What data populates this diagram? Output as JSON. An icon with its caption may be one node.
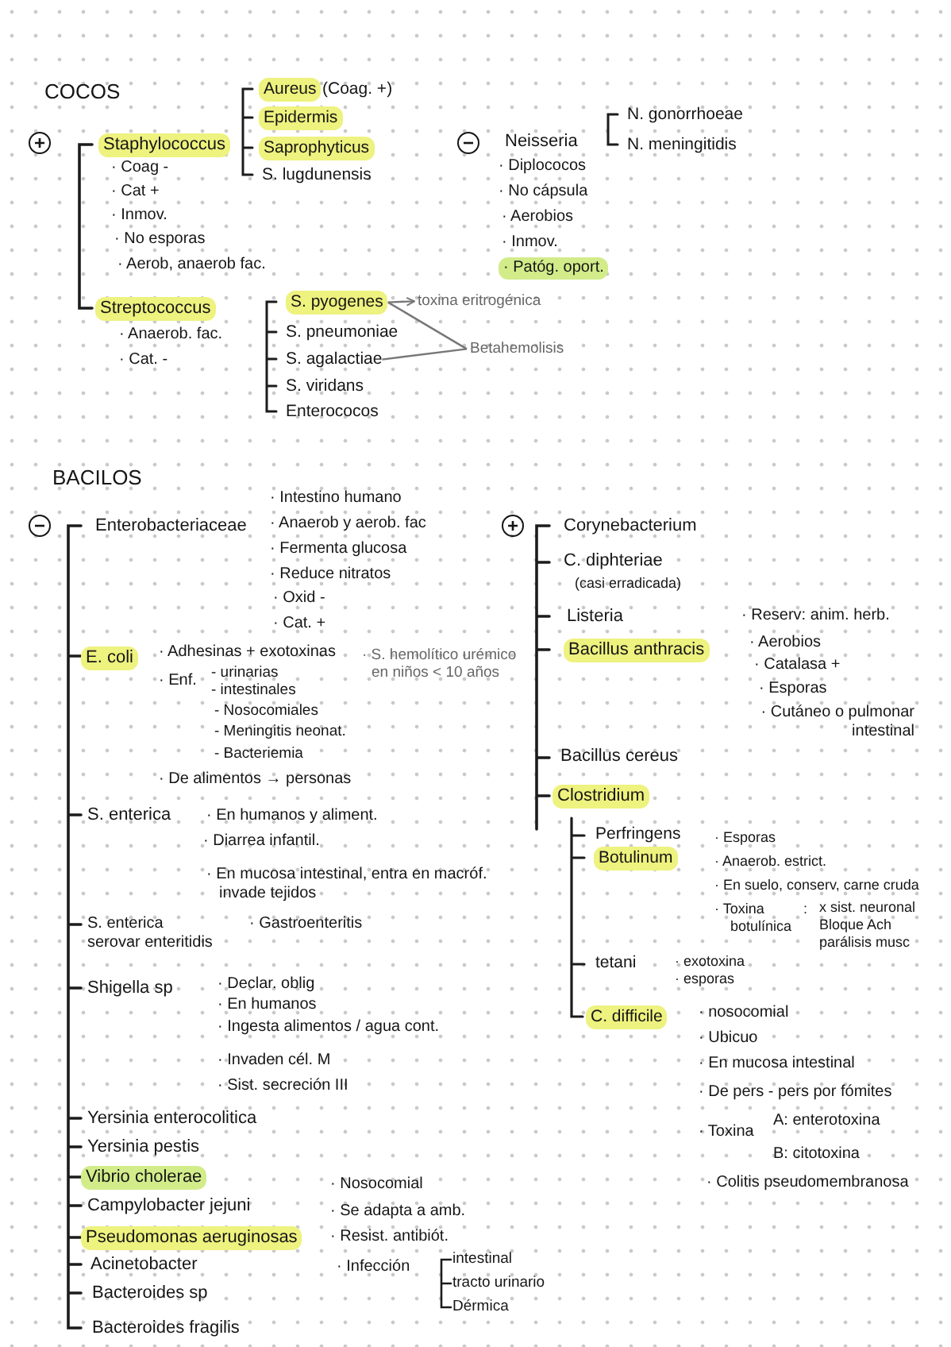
{
  "diagram": {
    "nodes": [
      {
        "text": [
          "Aureus"
        ]
      },
      {
        "text": [
          "Epidermis"
        ]
      },
      {
        "text": [
          "+"
        ]
      },
      {
        "text": [
          "Staphylococcus"
        ]
      },
      {
        "text": [
          "Saprophyticus"
        ]
      },
      {
        "text": [
          "−"
        ]
      },
      {
        "text": [
          "· Patóg. oport."
        ]
      },
      {
        "text": [
          "Streptococcus"
        ]
      },
      {
        "text": [
          "S. pyogenes"
        ]
      },
      {
        "text": [
          "toxina eritrogénica"
        ]
      },
      {
        "text": [
          "S. agalactiae"
        ]
      },
      {
        "text": [
          "Betahemolisis"
        ]
      },
      {
        "text": [
          "−"
        ]
      },
      {
        "text": [
          "+"
        ]
      },
      {
        "text": [
          "E. coli"
        ]
      },
      {
        "text": [
          "Bacillus anthracis"
        ]
      },
      {
        "text": [
          "Clostridium"
        ]
      },
      {
        "text": [
          "Botulinum"
        ]
      },
      {
        "text": [
          "C. difficile"
        ]
      },
      {
        "text": [
          "Vibrio cholerae"
        ]
      },
      {
        "text": [
          "Pseudomonas aeruginosas"
        ]
      }
    ],
    "edges": [
      {
        "from": 8,
        "to": 9,
        "arrow": "to"
      },
      {
        "from": 8,
        "to": 11,
        "arrow": "none"
      },
      {
        "from": 10,
        "to": 11,
        "arrow": "none"
      }
    ],
    "labels": [
      "COCOS",
      "(Coag. +)",
      "N. gonorrhoeae",
      "Neisseria",
      "N. meningitidis",
      "· Coag -",
      "S. lugdunensis",
      "· Diplococos",
      "· Cat +",
      "· No cápsula",
      "· Inmov.",
      "· Aerobios",
      "· No esporas",
      "· Inmov.",
      "· Aerob, anaerob fac.",
      "· Anaerob. fac.",
      "S. pneumoniae",
      "· Cat. -",
      "S. viridans",
      "Enterococos",
      "BACILOS",
      "· Intestino humano",
      "Enterobacteriaceae",
      "· Anaerob y aerob. fac",
      "Corynebacterium",
      "· Fermenta glucosa",
      "· Reduce nitratos",
      "C. diphteriae",
      "· Oxid -",
      "(casi erradicada)",
      "· Cat. +",
      "Listeria",
      "· Reserv: anim. herb.",
      "· Adhesinas + exotoxinas",
      "· S. hemolítico urémico en niños < 10 años",
      "· Aerobios",
      "· Enf.",
      "- urinarias",
      "· Catalasa +",
      "- intestinales",
      "· Esporas",
      "- Nosocomiales",
      "- Meningitis neonat.",
      "· Cutáneo o pulmonar intestinal",
      "- Bacteriemia",
      "Bacillus cereus",
      "· De alimentos → personas",
      "S. enterica",
      "· En humanos y aliment.",
      "· Diarrea infantil.",
      "Perfringens",
      "· Esporas",
      "· En mucosa intestinal, entra en macróf. invade tejidos",
      "· Anaerob. estrict.",
      "· En suelo, conserv, carne cruda",
      "S. enterica serovar enteritidis",
      "· Gastroenteritis",
      "· Toxina botulínica",
      ":",
      "x sist. neuronal Bloque Ach parálisis musc",
      "Shigella sp",
      "· Declar. oblig",
      "tetani",
      "· exotoxina",
      "· esporas",
      "· En humanos",
      "· Ingesta alimentos / agua cont.",
      "· nosocomial",
      "· Ubicuo",
      "· Invaden cél. M",
      "· En mucosa intestinal",
      "· Sist. secreción III",
      "· De pers - pers por fómites",
      "Yersinia enterocolitica",
      "· Toxina",
      "A: enterotoxina",
      "Yersinia pestis",
      "B: citotoxina",
      "· Nosocomial",
      "· Colitis pseudomembranosa",
      "Campylobacter jejuni",
      "· Se adapta a amb.",
      "· Resist. antibiót.",
      "Acinetobacter",
      "· Infección",
      "intestinal",
      "Bacteroides sp",
      "tracto urinario",
      "Dérmica",
      "Bacteroides fragilis"
    ]
  }
}
